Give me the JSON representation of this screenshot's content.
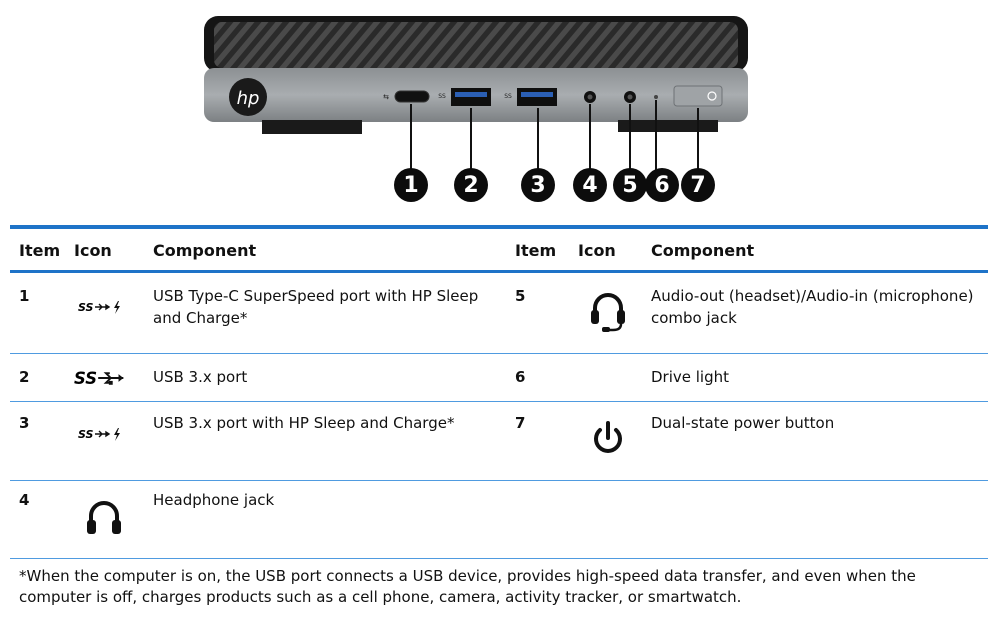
{
  "device": {
    "brand": "hp",
    "callouts": [
      "1",
      "2",
      "3",
      "4",
      "5",
      "6",
      "7"
    ]
  },
  "table": {
    "headers": {
      "item": "Item",
      "icon": "Icon",
      "component": "Component"
    },
    "rows": [
      {
        "left": {
          "item": "1",
          "icon": "usb-superspeed-charge-icon",
          "component": "USB Type-C SuperSpeed port with HP Sleep and Charge*"
        },
        "right": {
          "item": "5",
          "icon": "headset-mic-icon",
          "component": "Audio-out (headset)/Audio-in (microphone) combo jack"
        }
      },
      {
        "left": {
          "item": "2",
          "icon": "usb-superspeed-icon",
          "component": "USB 3.x port"
        },
        "right": {
          "item": "6",
          "icon": "",
          "component": "Drive light"
        }
      },
      {
        "left": {
          "item": "3",
          "icon": "usb-superspeed-charge-icon",
          "component": "USB 3.x port with HP Sleep and Charge*"
        },
        "right": {
          "item": "7",
          "icon": "power-icon",
          "component": "Dual-state power button"
        }
      },
      {
        "left": {
          "item": "4",
          "icon": "headphone-icon",
          "component": "Headphone jack"
        },
        "right": {
          "item": "",
          "icon": "",
          "component": ""
        }
      }
    ]
  },
  "footnote": "*When the computer is on, the USB port connects a USB device, provides high-speed data transfer, and even when the computer is off, charges products such as a cell phone, camera, activity tracker, or smartwatch.",
  "colors": {
    "table_rule": "#1e73c8",
    "row_rule": "#4f9be0"
  }
}
